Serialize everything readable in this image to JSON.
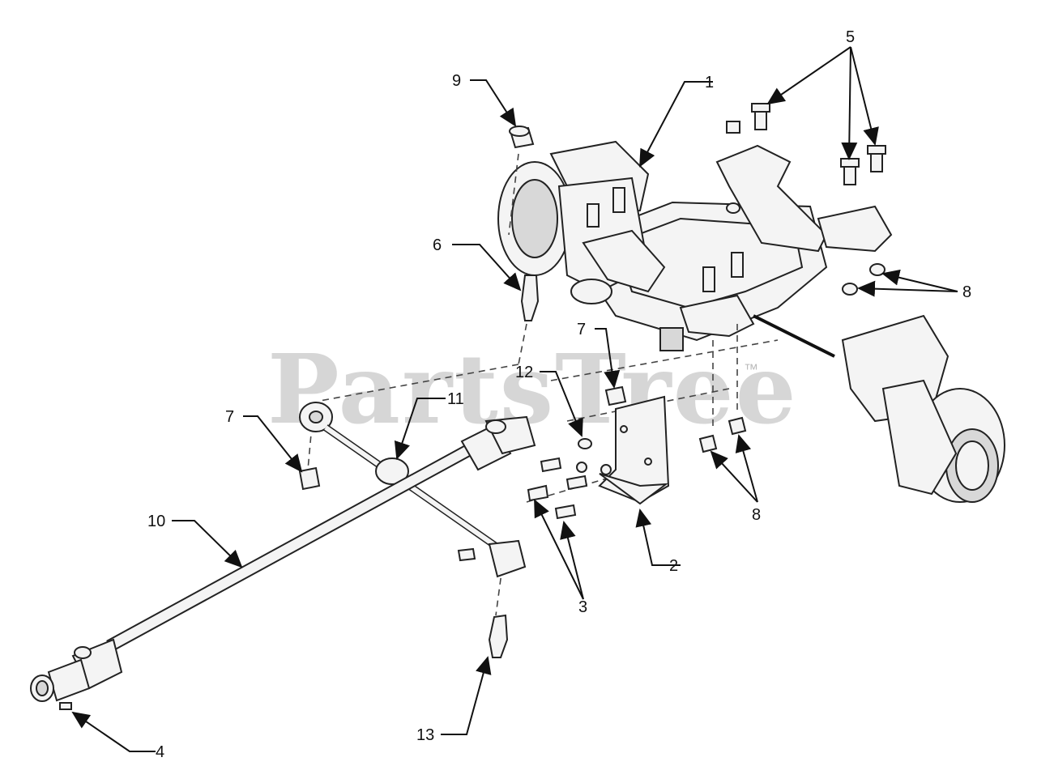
{
  "watermark": {
    "text": "PartsTree",
    "tm": "™"
  },
  "callouts": {
    "c1": "1",
    "c2": "2",
    "c3": "3",
    "c4": "4",
    "c5": "5",
    "c6": "6",
    "c7a": "7",
    "c7b": "7",
    "c8a": "8",
    "c8b": "8",
    "c9": "9",
    "c10": "10",
    "c11": "11",
    "c12": "12",
    "c13": "13"
  }
}
